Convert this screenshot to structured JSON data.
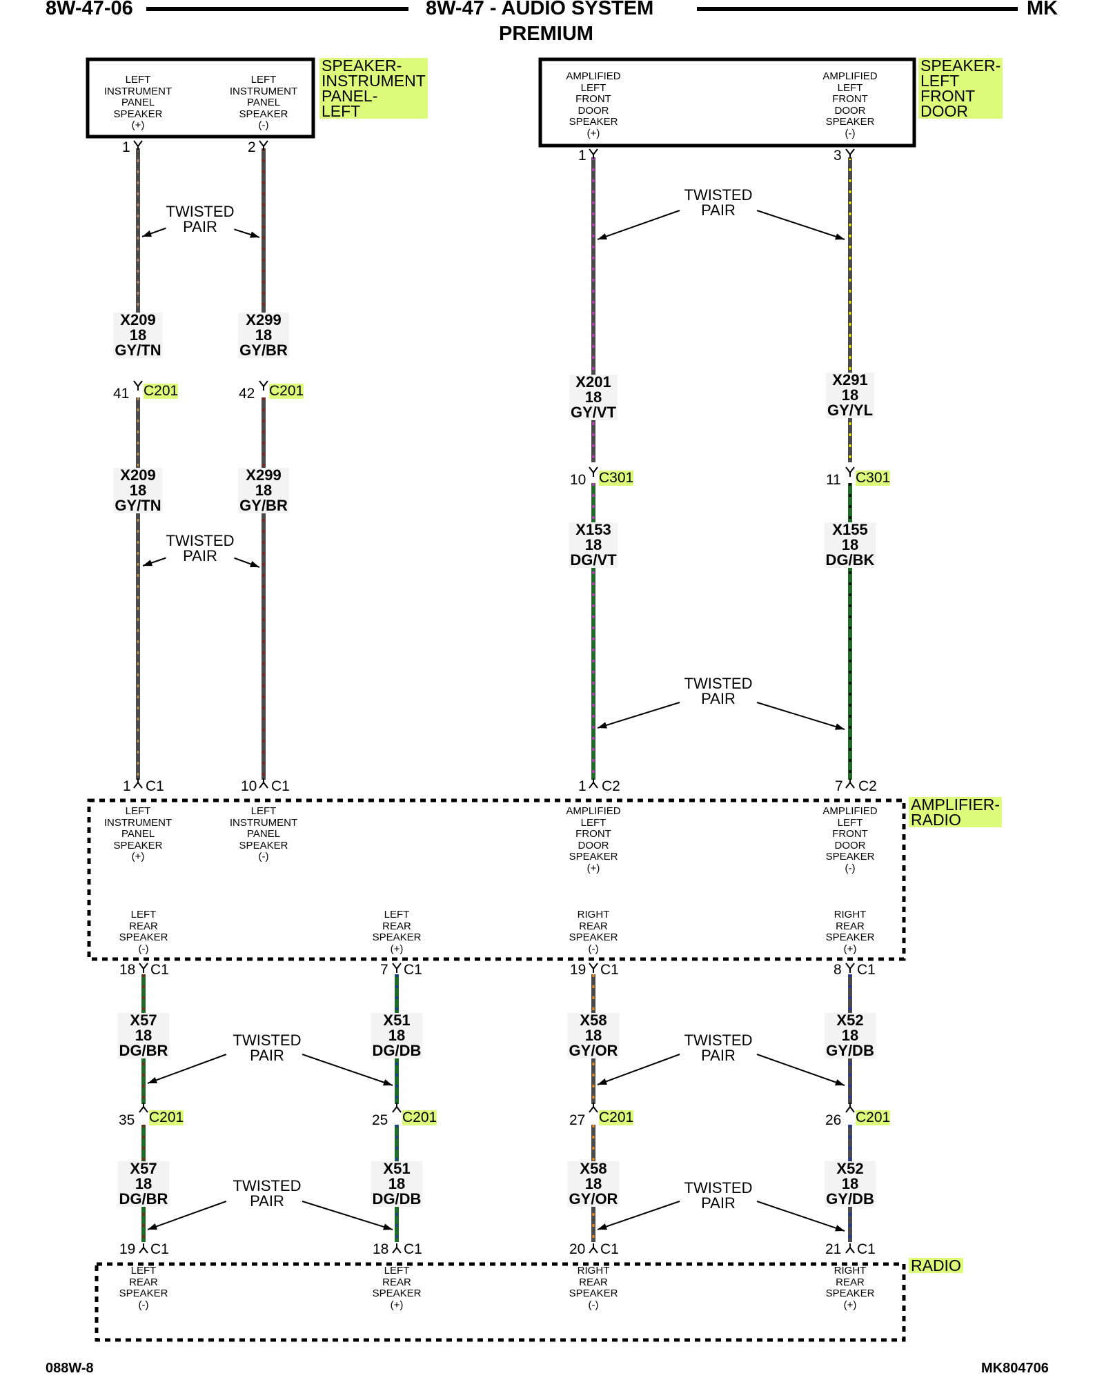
{
  "header": {
    "left_code": "8W-47-06",
    "title": "8W-47 - AUDIO SYSTEM",
    "subtitle": "PREMIUM",
    "right_code": "MK"
  },
  "footer": {
    "left": "088W-8",
    "right": "MK804706"
  },
  "components": {
    "speaker_ip_left": "SPEAKER-\nINSTRUMENT\nPANEL-\nLEFT",
    "speaker_left_front_door": "SPEAKER-\nLEFT\nFRONT\nDOOR",
    "amplifier_radio": "AMPLIFIER-\nRADIO",
    "radio": "RADIO"
  },
  "pin_descriptions": {
    "ip_spk_pos": "LEFT\nINSTRUMENT\nPANEL\nSPEAKER\n(+)",
    "ip_spk_neg": "LEFT\nINSTRUMENT\nPANEL\nSPEAKER\n(-)",
    "door_spk_pos": "AMPLIFIED\nLEFT\nFRONT\nDOOR\nSPEAKER\n(+)",
    "door_spk_neg": "AMPLIFIED\nLEFT\nFRONT\nDOOR\nSPEAKER\n(-)",
    "amp_ip_pos": "LEFT\nINSTRUMENT\nPANEL\nSPEAKER\n(+)",
    "amp_ip_neg": "LEFT\nINSTRUMENT\nPANEL\nSPEAKER\n(-)",
    "amp_door_pos": "AMPLIFIED\nLEFT\nFRONT\nDOOR\nSPEAKER\n(+)",
    "amp_door_neg": "AMPLIFIED\nLEFT\nFRONT\nDOOR\nSPEAKER\n(-)",
    "amp_lr_neg": "LEFT\nREAR\nSPEAKER\n(-)",
    "amp_lr_pos": "LEFT\nREAR\nSPEAKER\n(+)",
    "amp_rr_neg": "RIGHT\nREAR\nSPEAKER\n(-)",
    "amp_rr_pos": "RIGHT\nREAR\nSPEAKER\n(+)",
    "radio_lr_neg": "LEFT\nREAR\nSPEAKER\n(-)",
    "radio_lr_pos": "LEFT\nREAR\nSPEAKER\n(+)",
    "radio_rr_neg": "RIGHT\nREAR\nSPEAKER\n(-)",
    "radio_rr_pos": "RIGHT\nREAR\nSPEAKER\n(+)"
  },
  "wire_labels": {
    "x209_a": "X209\n18\nGY/TN",
    "x299_a": "X299\n18\nGY/BR",
    "x209_b": "X209\n18\nGY/TN",
    "x299_b": "X299\n18\nGY/BR",
    "x201": "X201\n18\nGY/VT",
    "x291": "X291\n18\nGY/YL",
    "x153": "X153\n18\nDG/VT",
    "x155": "X155\n18\nDG/BK",
    "x57_a": "X57\n18\nDG/BR",
    "x51_a": "X51\n18\nDG/DB",
    "x58_a": "X58\n18\nGY/OR",
    "x52_a": "X52\n18\nGY/DB",
    "x57_b": "X57\n18\nDG/BR",
    "x51_b": "X51\n18\nDG/DB",
    "x58_b": "X58\n18\nGY/OR",
    "x52_b": "X52\n18\nGY/DB"
  },
  "pins": {
    "ip_top_1": "1",
    "ip_top_2": "2",
    "door_top_1": "1",
    "door_top_3": "3",
    "c201_41": "41",
    "c201_42": "42",
    "c301_10": "10",
    "c301_11": "11",
    "amp_c1_1": "1",
    "amp_c1_10": "10",
    "amp_c2_1": "1",
    "amp_c2_7": "7",
    "amp_c1_18": "18",
    "amp_c1_7": "7",
    "amp_c1_19": "19",
    "amp_c1_8": "8",
    "c201_35": "35",
    "c201_25": "25",
    "c201_27": "27",
    "c201_26": "26",
    "radio_c1_19": "19",
    "radio_c1_18": "18",
    "radio_c1_20": "20",
    "radio_c1_21": "21"
  },
  "connectors": {
    "c201": "C201",
    "c301": "C301",
    "c1": "C1",
    "c2": "C2"
  },
  "twisted_pair": "TWISTED\nPAIR",
  "wire_colors": {
    "GY": "#4a4a4a",
    "TN": "#b5875a",
    "BR": "#8b1a1a",
    "VT": "#cc33cc",
    "YL": "#f2e600",
    "DG": "#1f6b2a",
    "BK": "#000000",
    "DB": "#1c2fb0",
    "OR": "#f08a1c",
    "highlight": "#dcfb7a"
  }
}
